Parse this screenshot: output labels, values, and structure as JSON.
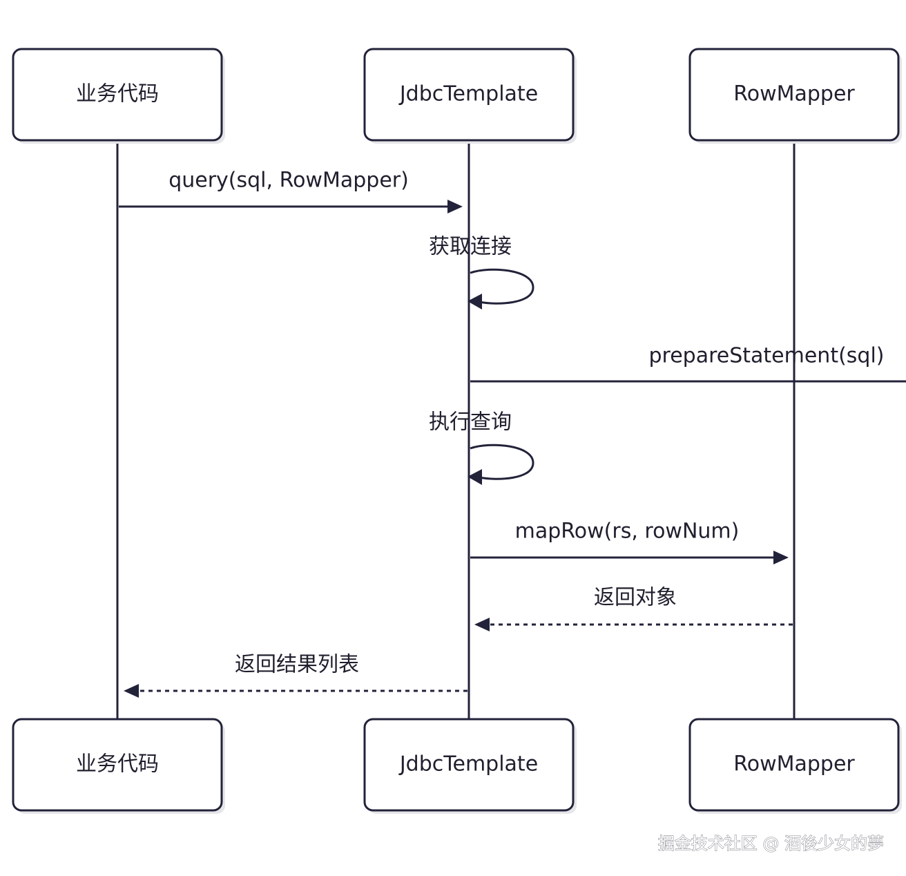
{
  "participants": {
    "business": "业务代码",
    "jdbc": "JdbcTemplate",
    "mapper": "RowMapper"
  },
  "messages": {
    "query": "query(sql, RowMapper)",
    "get_connection": "获取连接",
    "prepare": "prepareStatement(sql)",
    "execute": "执行查询",
    "map_row": "mapRow(rs, rowNum)",
    "return_object": "返回对象",
    "return_list": "返回结果列表"
  },
  "watermark": "掘金技术社区 @ 酒後少女的夢"
}
